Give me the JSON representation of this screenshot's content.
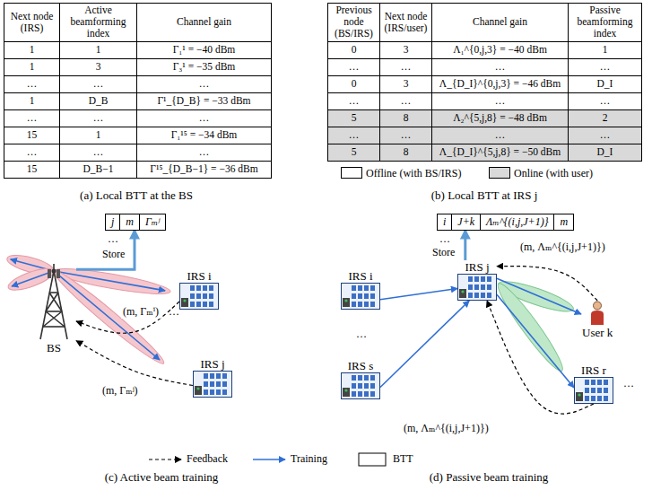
{
  "diagram": {
    "nodes": [
      {
        "text": [
          "j",
          "m",
          "Γₘʲ"
        ]
      },
      {
        "text": [
          "i",
          "J+k",
          "Λₘ^{(i,j,J+1)}",
          "m"
        ]
      },
      {
        "text": [
          "BS"
        ]
      },
      {
        "text": [
          "IRS i"
        ]
      },
      {
        "text": [
          "IRS j"
        ]
      },
      {
        "text": [
          "IRS i"
        ]
      },
      {
        "text": [
          "IRS j"
        ]
      },
      {
        "text": [
          "User k"
        ]
      },
      {
        "text": [
          "IRS s"
        ]
      },
      {
        "text": [
          "IRS r"
        ]
      }
    ],
    "edges": [
      {
        "from": 2,
        "to": 0,
        "arrow": "to",
        "label": "Store"
      },
      {
        "from": 3,
        "to": 2,
        "arrow": "to",
        "label": "(m, Γₘⁱ)"
      },
      {
        "from": 4,
        "to": 2,
        "arrow": "to",
        "label": "(m, Γₘʲ)"
      },
      {
        "from": 6,
        "to": 1,
        "arrow": "to",
        "label": "Store"
      },
      {
        "from": 5,
        "to": 6,
        "arrow": "to"
      },
      {
        "from": 8,
        "to": 6,
        "arrow": "to"
      },
      {
        "from": 6,
        "to": 7,
        "arrow": "to"
      },
      {
        "from": 6,
        "to": 9,
        "arrow": "to"
      },
      {
        "from": 7,
        "to": 6,
        "arrow": "to",
        "label": "(m, Λₘ^{(i,j,J+1)})"
      },
      {
        "from": 9,
        "to": 6,
        "arrow": "to",
        "label": "(m, Λₘ^{(i,j,J+1)})"
      }
    ],
    "labels": [
      "Next node (IRS)",
      "Active beamforming index",
      "Channel gain",
      "1",
      "1",
      "Γ₁¹ = −40 dBm",
      "1",
      "3",
      "Γ₃¹ = −35 dBm",
      "…",
      "…",
      "…",
      "1",
      "D_B",
      "Γ¹_{D_B} = −33 dBm",
      "…",
      "…",
      "…",
      "15",
      "1",
      "Γ₁¹⁵ = −34 dBm",
      "…",
      "…",
      "…",
      "15",
      "D_B−1",
      "Γ¹⁵_{D_B−1} = −36 dBm",
      "(a) Local BTT at the BS",
      "Previous node (BS/IRS)",
      "Next node (IRS/user)",
      "Channel gain",
      "Passive beamforming index",
      "0",
      "3",
      "Λ₁^{0,j,3} = −40 dBm",
      "1",
      "…",
      "…",
      "…",
      "…",
      "0",
      "3",
      "Λ_{D_I}^{0,j,3} = −46 dBm",
      "D_I",
      "…",
      "…",
      "…",
      "…",
      "5",
      "8",
      "Λ₂^{5,j,8} = −48 dBm",
      "2",
      "…",
      "…",
      "…",
      "…",
      "5",
      "8",
      "Λ_{D_I}^{5,j,8} = −50 dBm",
      "D_I",
      "(b) Local BTT at IRS j",
      "…",
      "…",
      "(c) Active beam training",
      "…",
      "…",
      "…",
      "(d) Passive beam training"
    ],
    "legend": [
      {
        "text": "Offline (with BS/IRS)",
        "color": "#ffffff"
      },
      {
        "text": "Online (with user)",
        "color": "#d9d9d9"
      },
      {
        "text": "Feedback"
      },
      {
        "text": "Training"
      },
      {
        "text": "BTT"
      }
    ]
  }
}
